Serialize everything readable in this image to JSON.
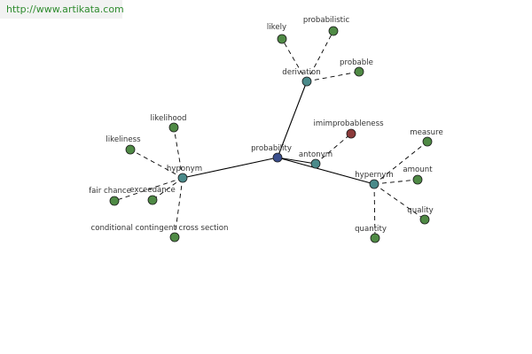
{
  "site_url": "http://www.artikata.com",
  "colors": {
    "center": "#3a4e8c",
    "hub": "#4a8a8a",
    "leaf": "#4f8a45",
    "antonym_leaf": "#8b3a3a",
    "edge": "#000000",
    "label": "#333333"
  },
  "graph": {
    "center": {
      "id": "probability",
      "label": "probability"
    },
    "hubs": [
      {
        "id": "derivation",
        "label": "derivation",
        "leaves": [
          {
            "id": "likely",
            "label": "likely"
          },
          {
            "id": "probabilistic",
            "label": "probabilistic"
          },
          {
            "id": "probable",
            "label": "probable"
          }
        ]
      },
      {
        "id": "hyponym",
        "label": "hyponym",
        "leaves": [
          {
            "id": "likelihood",
            "label": "likelihood"
          },
          {
            "id": "likeliness",
            "label": "likeliness"
          },
          {
            "id": "fair-chance",
            "label": "fair chance"
          },
          {
            "id": "exceedance",
            "label": "exceedance"
          },
          {
            "id": "conditional",
            "label": "conditional contingent cross section"
          }
        ]
      },
      {
        "id": "antonym",
        "label": "antonym",
        "leaves": [
          {
            "id": "imimprobableness",
            "label": "imimprobableness",
            "kind": "antonym"
          }
        ]
      },
      {
        "id": "hypernym",
        "label": "hypernym",
        "leaves": [
          {
            "id": "measure",
            "label": "measure"
          },
          {
            "id": "amount",
            "label": "amount"
          },
          {
            "id": "quality",
            "label": "quality"
          },
          {
            "id": "quantity",
            "label": "quantity"
          }
        ]
      }
    ]
  }
}
